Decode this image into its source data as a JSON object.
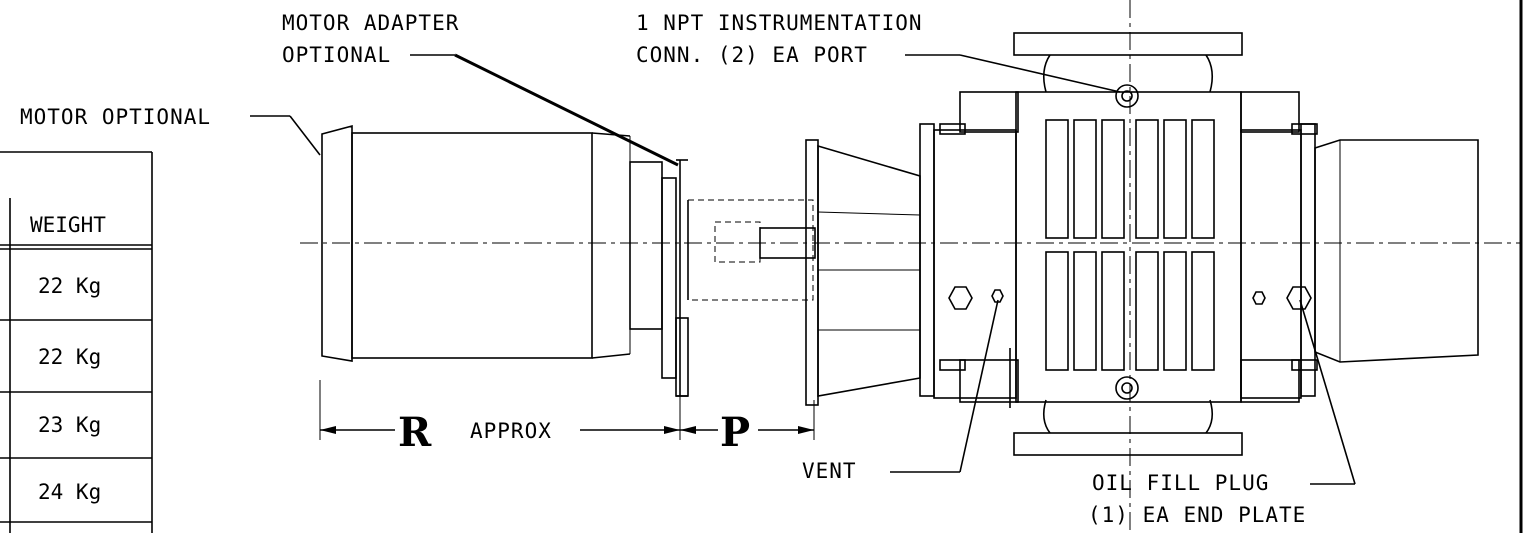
{
  "callouts": {
    "motor_adapter_line1": "MOTOR ADAPTER",
    "motor_adapter_line2": "OPTIONAL",
    "instrumentation_line1": "1 NPT INSTRUMENTATION",
    "instrumentation_line2": "CONN. (2) EA PORT",
    "motor": "MOTOR OPTIONAL",
    "vent": "VENT",
    "oil_fill_line1": "OIL FILL PLUG",
    "oil_fill_line2": "(1) EA END PLATE"
  },
  "dimensions": {
    "r_label": "R",
    "approx": "APPROX",
    "p_label": "P"
  },
  "weight_table": {
    "header": "WEIGHT",
    "rows": [
      "22 Kg",
      "22 Kg",
      "23 Kg",
      "24 Kg"
    ]
  }
}
